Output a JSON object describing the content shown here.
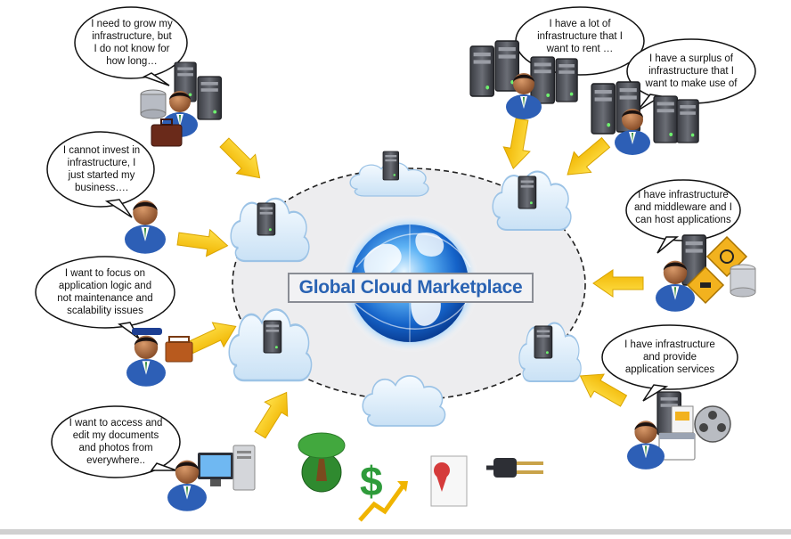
{
  "title": "Global Cloud Marketplace",
  "accent_colors": {
    "arrow": "#f5c400",
    "title_text": "#2a63b3",
    "globe": "#1d6fd6"
  },
  "bubbles": [
    {
      "id": "grow",
      "text": "I need to grow my\ninfrastructure, but\nI do not know for\nhow long…"
    },
    {
      "id": "invest",
      "text": "I cannot invest in\ninfrastructure, I\njust started my\nbusiness…."
    },
    {
      "id": "focus",
      "text": "I want to focus on\napplication logic and\nnot maintenance and\nscalability issues"
    },
    {
      "id": "access",
      "text": "I want to access and\nedit my documents\nand photos from\neverywhere.."
    },
    {
      "id": "rent",
      "text": "I have a lot of\ninfrastructure that I\nwant to rent …"
    },
    {
      "id": "surplus",
      "text": "I have a surplus of\ninfrastructure that I\nwant to make use of"
    },
    {
      "id": "middleware",
      "text": "I have infrastructure\nand middleware and I\ncan host applications"
    },
    {
      "id": "services",
      "text": "I have infrastructure\nand provide\napplication services"
    }
  ],
  "bottom_icons": [
    "tree-globe-icon",
    "dollar-growth-icon",
    "certificate-icon",
    "power-plug-icon"
  ]
}
